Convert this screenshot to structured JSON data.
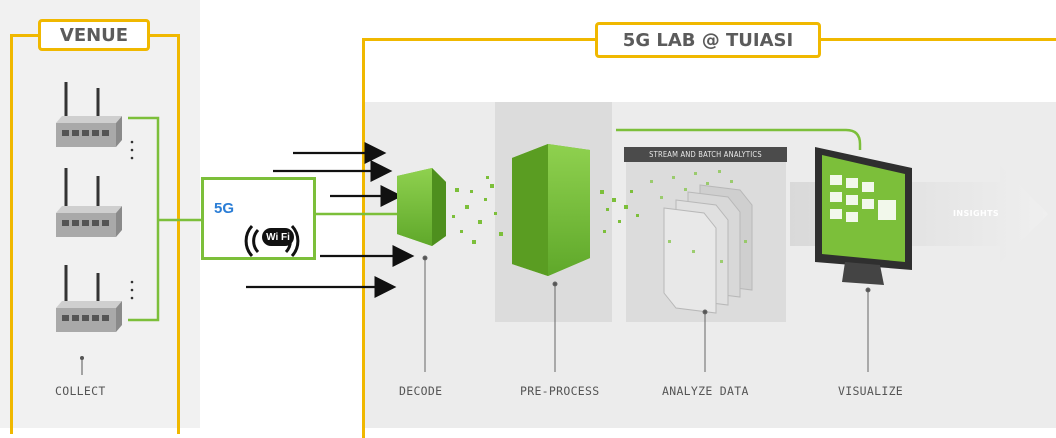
{
  "venue": {
    "title": "VENUE",
    "collect_label": "COLLECT"
  },
  "lab": {
    "title": "5G LAB @ TUIASI",
    "stream_banner": "STREAM AND BATCH ANALYTICS",
    "insights_label": "INSIGHTS",
    "stages": [
      "DECODE",
      "PRE-PROCESS",
      "ANALYZE DATA",
      "VISUALIZE"
    ]
  },
  "connectivity": {
    "fiveg_label": "5G",
    "wifi_label": "Wi Fi"
  },
  "colors": {
    "frame": "#f0b800",
    "accent_green": "#7cbf3a",
    "fiveg_blue": "#2a7dd6"
  },
  "icons": [
    "router-icon",
    "wifi-icon",
    "decode-block-icon",
    "preprocess-block-icon",
    "analytics-stack-icon",
    "monitor-icon",
    "insights-arrow-icon"
  ]
}
